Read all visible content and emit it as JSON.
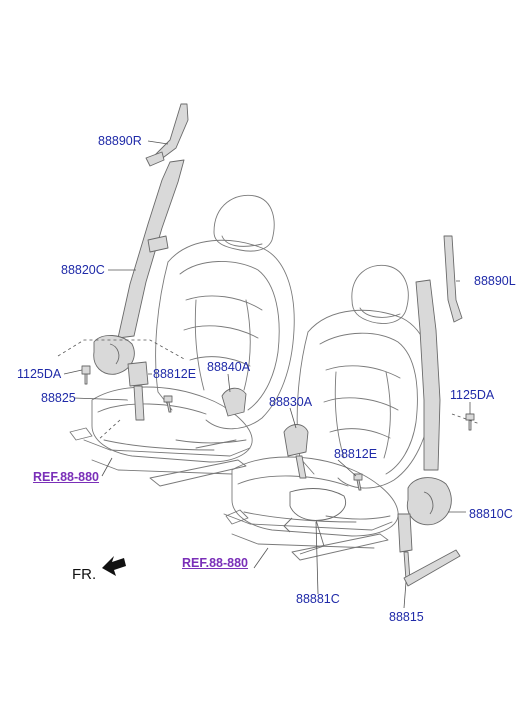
{
  "labels": {
    "upper_anchor_left": "88890R",
    "belt_left": "88820C",
    "bolt_left": "1125DA",
    "bolt_small_left": "88812E",
    "buckle_left": "88825",
    "buckle_center": "88840A",
    "buckle_right_seat": "88830A",
    "bolt_small_right": "88812E",
    "upper_anchor_right": "88890L",
    "bolt_right": "1125DA",
    "retractor_right": "88810C",
    "harness": "88881C",
    "pretensioner": "88815"
  },
  "refs": {
    "left": "REF.88-880",
    "right": "REF.88-880"
  },
  "front_indicator": "FR.",
  "colors": {
    "label": "#1f2aa8",
    "ref": "#7a2fb8",
    "line": "#555555",
    "part_fill": "#d9d9d9"
  }
}
